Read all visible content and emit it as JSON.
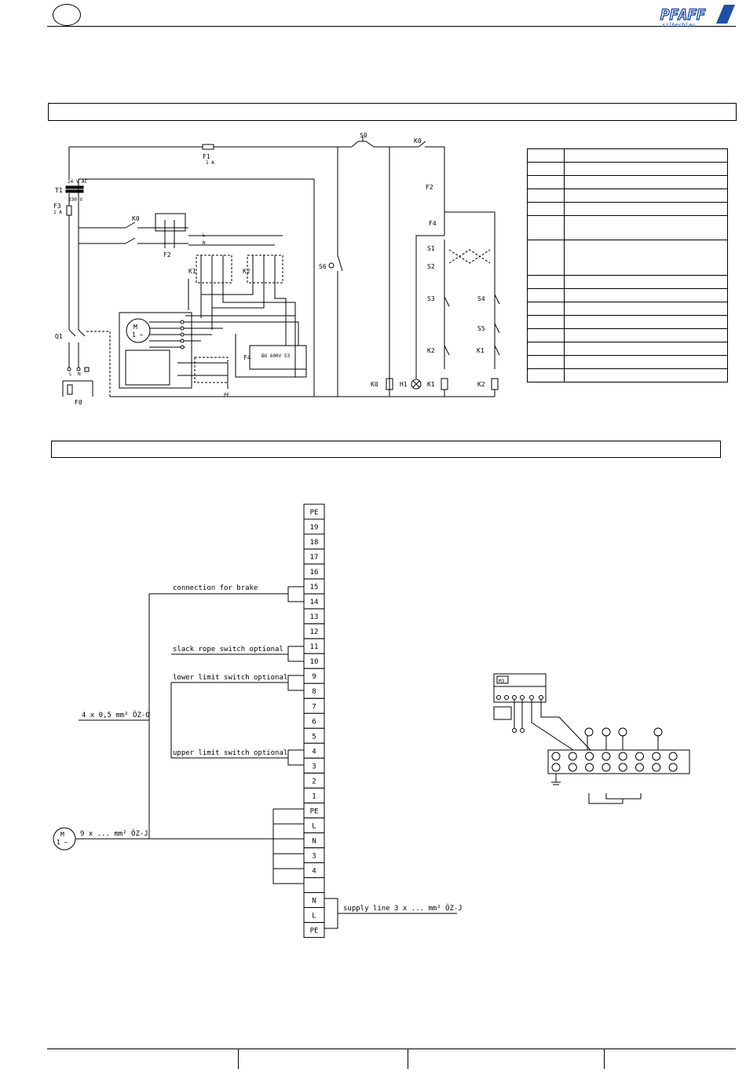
{
  "header": {
    "logo_text": "PFAFF",
    "logo_subtext": "silberblau"
  },
  "schematic": {
    "labels": {
      "f1": "F1",
      "f1_rating": "1 A",
      "t1": "T1",
      "t1_sec": "24 V AC",
      "t1_pri": "230 V",
      "f3": "F3",
      "f3_rating": "1 A",
      "k0": "K0",
      "f2": "F2",
      "k1": "K1",
      "k2": "K2",
      "q1": "Q1",
      "f0": "F0",
      "motor": "M",
      "motor_phase": "1 ~",
      "f4": "F4",
      "relay_text": "BU 600V 53",
      "s0": "S0",
      "s6": "S6",
      "h1": "H1",
      "f4b": "F4",
      "s1": "S1",
      "s2": "S2",
      "s3": "S3",
      "s4": "S4",
      "s5": "S5",
      "l": "L",
      "n": "N",
      "pe": "PE"
    }
  },
  "terminal_block": {
    "terminals": [
      "PE",
      "19",
      "18",
      "17",
      "16",
      "15",
      "14",
      "13",
      "12",
      "11",
      "10",
      "9",
      "8",
      "7",
      "6",
      "5",
      "4",
      "3",
      "2",
      "1",
      "PE",
      "L",
      "N",
      "3",
      "4",
      "",
      "N",
      "L",
      "PE"
    ],
    "annotations": {
      "brake": "connection for brake",
      "slack_rope": "slack rope switch optional",
      "lower_limit": "lower limit switch optional",
      "upper_limit": "upper limit switch optional",
      "control_cable": "4 x 0,5 mm² ÖZ-O",
      "motor_cable": "9 x ... mm²  ÖZ-J",
      "supply_line": "supply line 3 x ... mm²  ÖZ-J",
      "motor": "M",
      "motor_phase": "1 ~"
    }
  },
  "detail": {
    "module_label": "M3"
  }
}
